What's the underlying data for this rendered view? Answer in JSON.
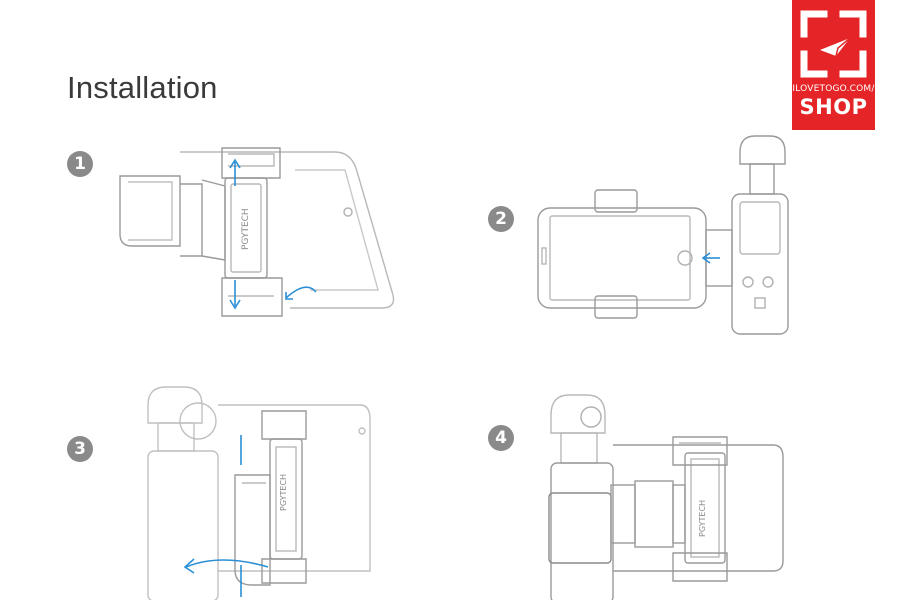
{
  "page": {
    "title": "Installation"
  },
  "brand": {
    "sub_text": "ILOVETOGO.COM/",
    "main_text": "SHOP",
    "color": "#e42427"
  },
  "steps": [
    {
      "number": "1",
      "product_label": "PGYTECH"
    },
    {
      "number": "2"
    },
    {
      "number": "3",
      "product_label": "PGYTECH"
    },
    {
      "number": "4",
      "product_label": "PGYTECH"
    }
  ],
  "colors": {
    "line": "#9a9a9a",
    "arrow": "#2b8fd6",
    "badge": "#8a8a8a"
  }
}
